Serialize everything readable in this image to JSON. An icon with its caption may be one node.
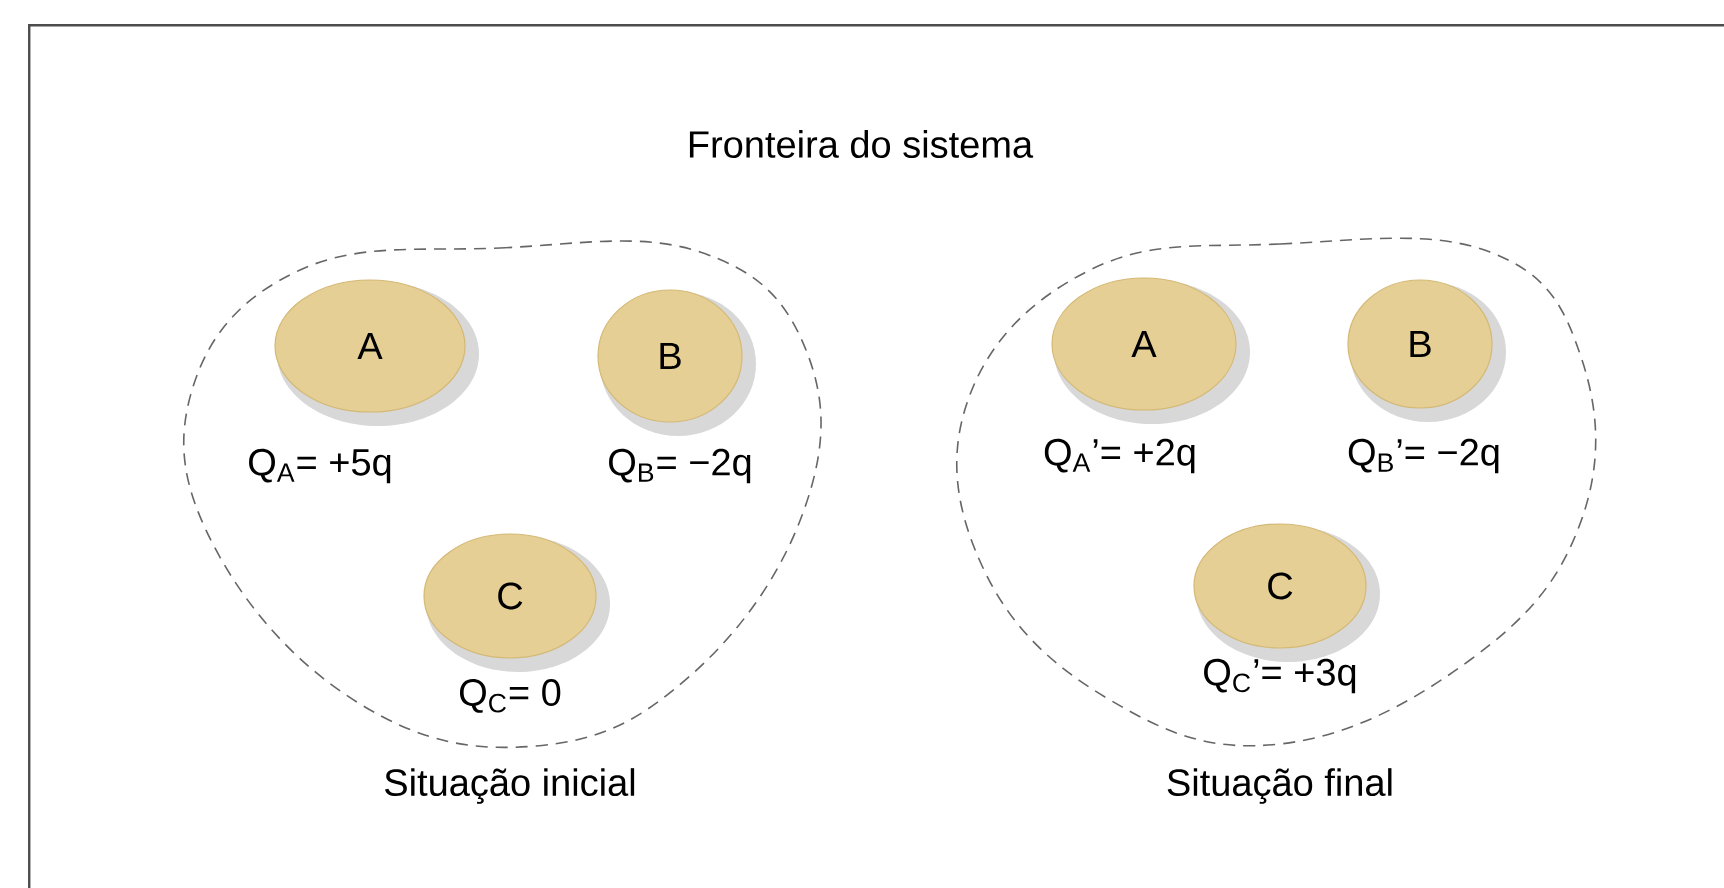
{
  "diagram": {
    "nodes": [
      {
        "text": [
          "Fronteira do sistema"
        ]
      },
      {
        "text": [
          "Situação inicial"
        ],
        "in": 0
      },
      {
        "text": [
          "A"
        ],
        "in": 1,
        "beside": [
          "Q$_{A}$= +5q"
        ]
      },
      {
        "text": [
          "B"
        ],
        "in": 1,
        "beside": [
          "Q$_{B}$= −2q"
        ]
      },
      {
        "text": [
          "C"
        ],
        "in": 1,
        "beside": [
          "Q$_{C}$= 0"
        ]
      },
      {
        "text": [
          "Situação final"
        ],
        "in": 0
      },
      {
        "text": [
          "A"
        ],
        "in": 5,
        "beside": [
          "Q$_{A}$’= +2q"
        ]
      },
      {
        "text": [
          "B"
        ],
        "in": 5,
        "beside": [
          "Q$_{B}$’= −2q"
        ]
      },
      {
        "text": [
          "C"
        ],
        "in": 5,
        "beside": [
          "Q$_{C}$’= +3q"
        ]
      }
    ]
  }
}
